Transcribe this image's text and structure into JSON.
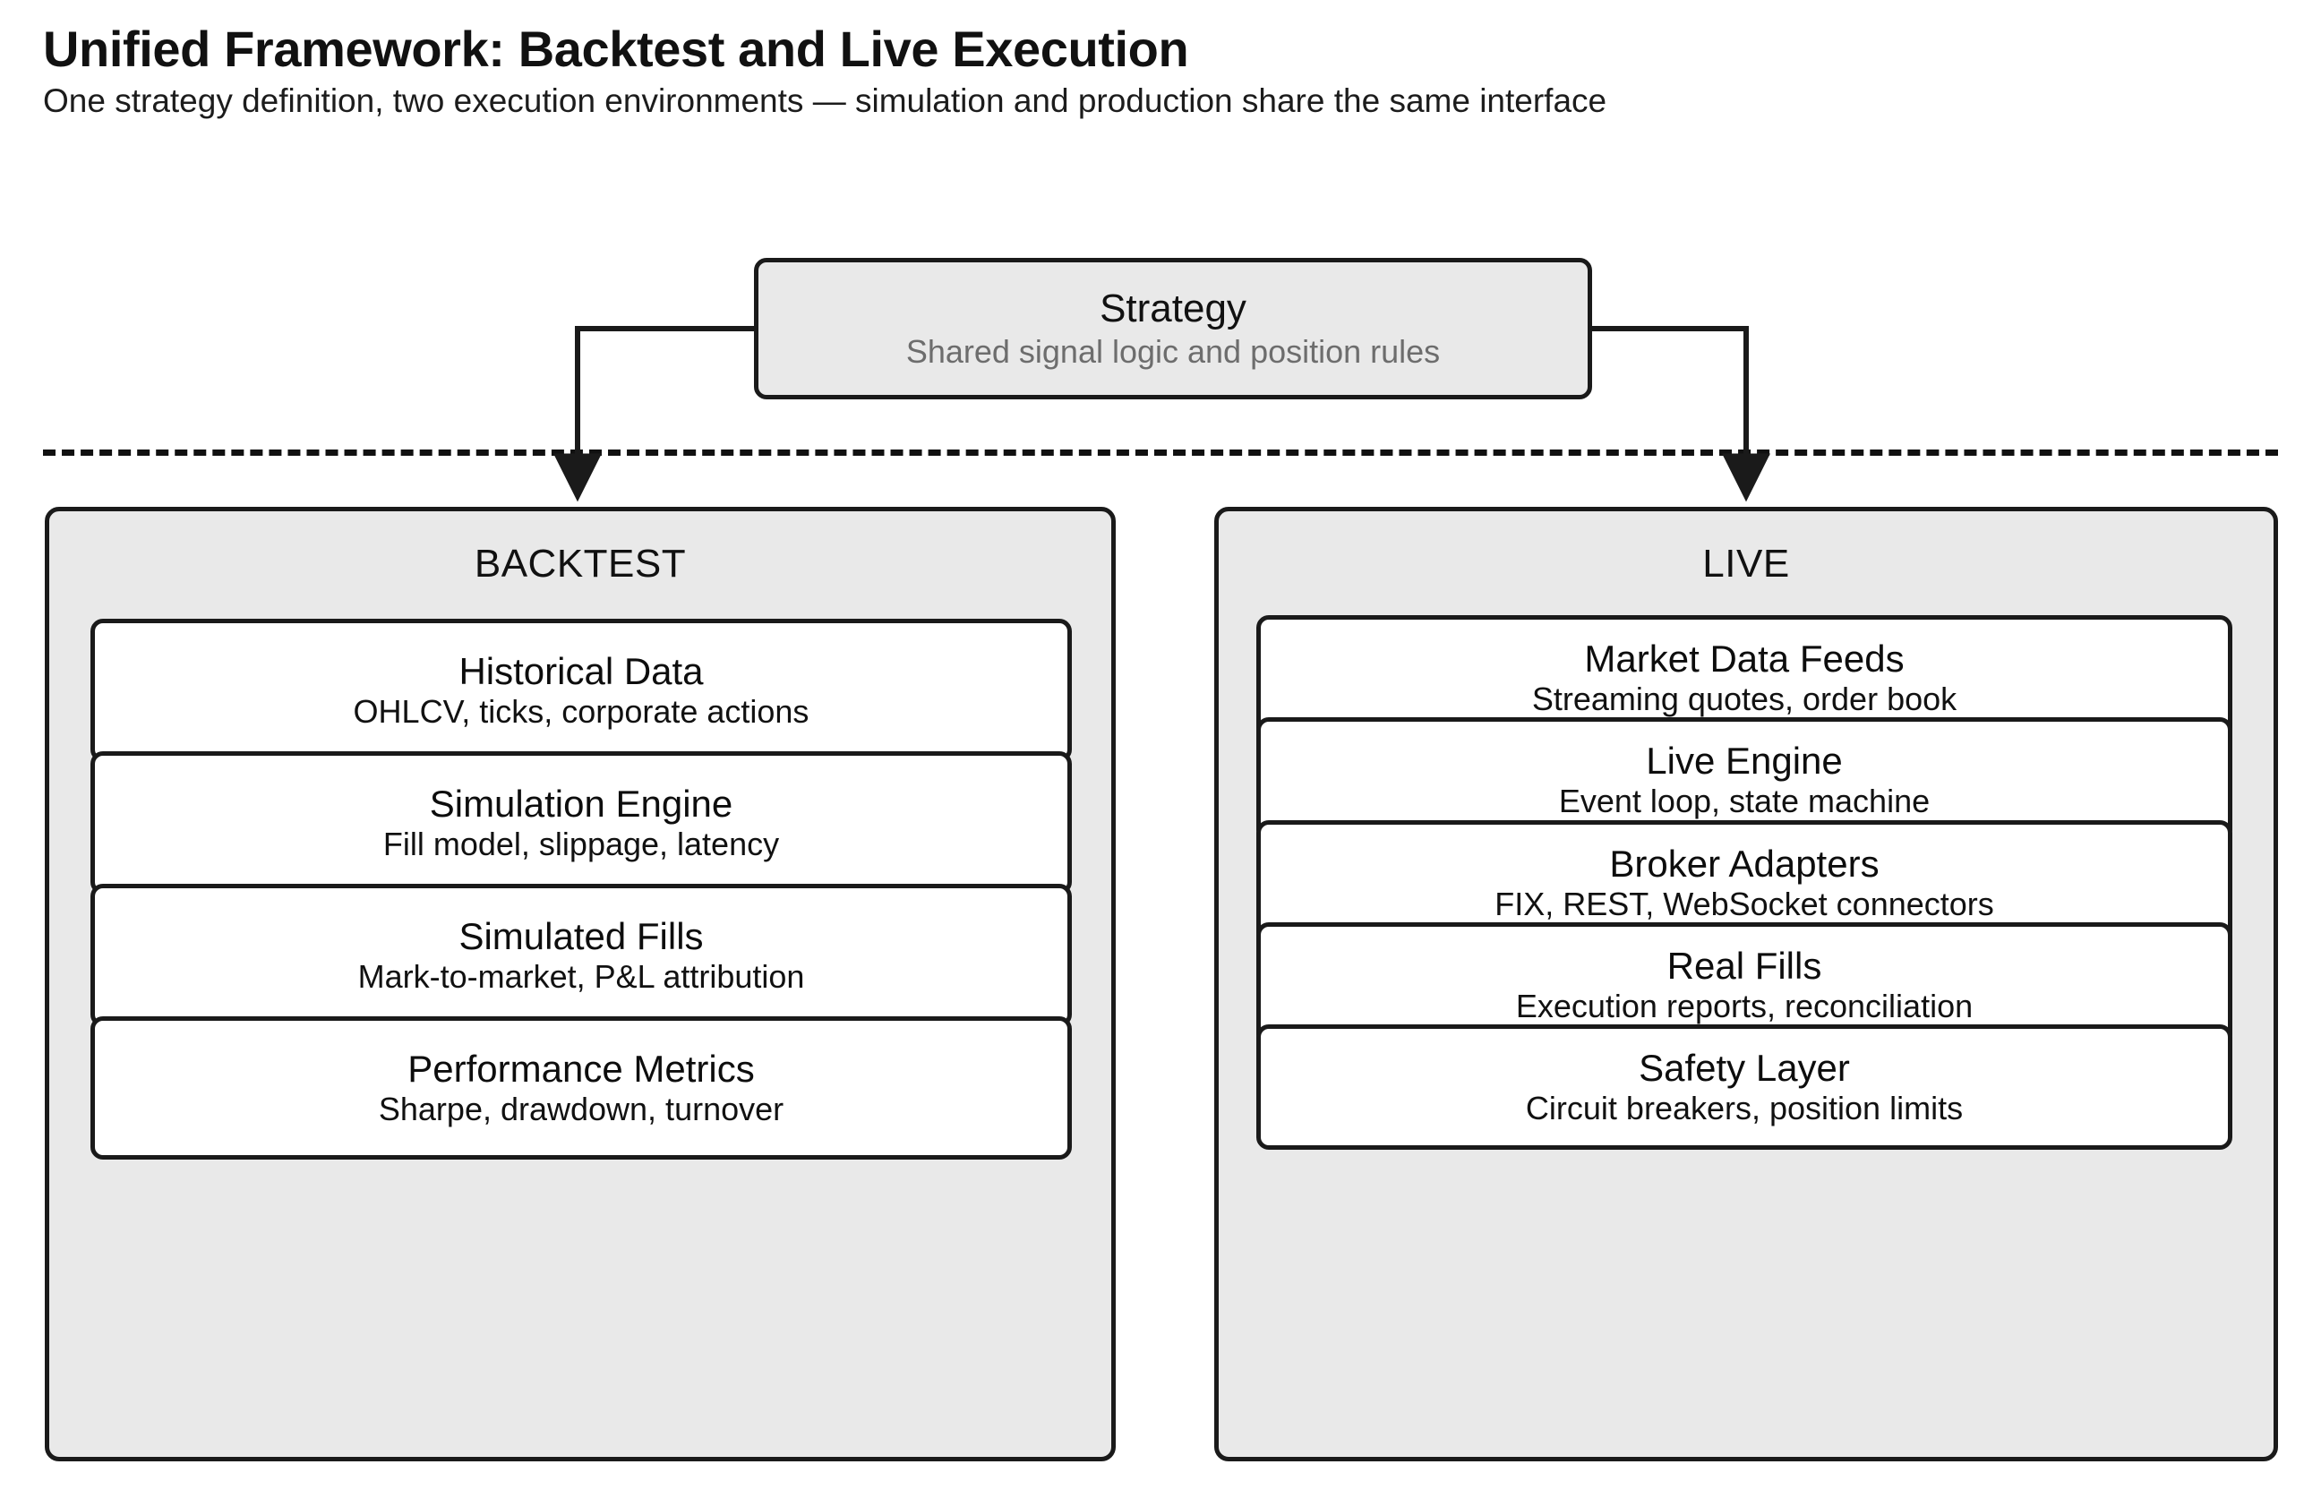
{
  "header": {
    "title": "Unified Framework: Backtest and Live Execution",
    "subtitle": "One strategy definition, two execution environments — simulation and production share the same interface"
  },
  "strategy": {
    "title": "Strategy",
    "subtitle": "Shared signal logic and position rules"
  },
  "divider": {
    "style": "dashed"
  },
  "colors": {
    "panel_fill": "#e9e9e9",
    "stage_fill": "#ffffff",
    "stroke": "#1a1a1a",
    "muted_text": "#6d6d6d",
    "text": "#111111"
  },
  "panels": [
    {
      "id": "backtest",
      "label": "BACKTEST",
      "stages": [
        {
          "title": "Historical Data",
          "subtitle": "OHLCV, ticks, corporate actions"
        },
        {
          "title": "Simulation Engine",
          "subtitle": "Fill model, slippage, latency"
        },
        {
          "title": "Simulated Fills",
          "subtitle": "Mark-to-market, P&L attribution"
        },
        {
          "title": "Performance Metrics",
          "subtitle": "Sharpe, drawdown, turnover"
        }
      ]
    },
    {
      "id": "live",
      "label": "LIVE",
      "stages": [
        {
          "title": "Market Data Feeds",
          "subtitle": "Streaming quotes, order book"
        },
        {
          "title": "Live Engine",
          "subtitle": "Event loop, state machine"
        },
        {
          "title": "Broker Adapters",
          "subtitle": "FIX, REST, WebSocket connectors"
        },
        {
          "title": "Real Fills",
          "subtitle": "Execution reports, reconciliation"
        },
        {
          "title": "Safety Layer",
          "subtitle": "Circuit breakers, position limits"
        }
      ]
    }
  ]
}
